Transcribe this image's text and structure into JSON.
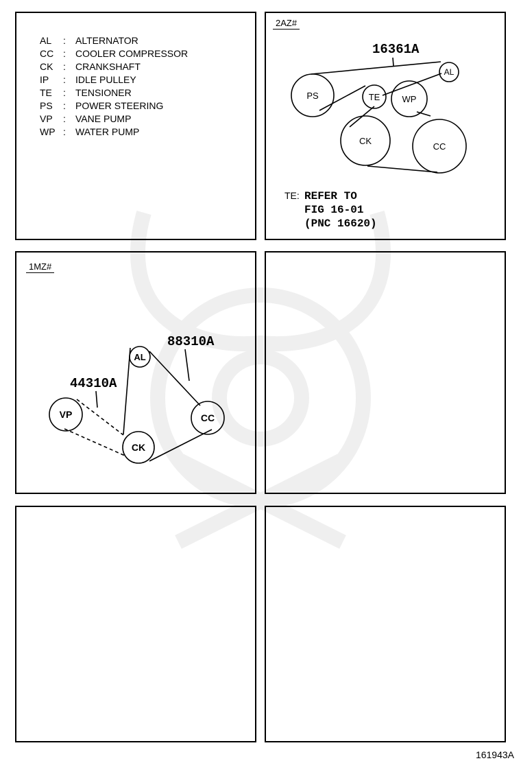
{
  "legend": [
    {
      "code": "AL",
      "name": "ALTERNATOR"
    },
    {
      "code": "CC",
      "name": "COOLER COMPRESSOR"
    },
    {
      "code": "CK",
      "name": "CRANKSHAFT"
    },
    {
      "code": "IP",
      "name": "IDLE PULLEY"
    },
    {
      "code": "TE",
      "name": "TENSIONER"
    },
    {
      "code": "PS",
      "name": "POWER STEERING"
    },
    {
      "code": "VP",
      "name": "VANE PUMP"
    },
    {
      "code": "WP",
      "name": "WATER PUMP"
    }
  ],
  "legend_separator": ":",
  "engine_2az": {
    "tag": "2AZ#",
    "belt_part": "16361A",
    "pulleys": {
      "ps": "PS",
      "te": "TE",
      "wp": "WP",
      "al": "AL",
      "ck": "CK",
      "cc": "CC"
    },
    "note_prefix": "TE:",
    "note_lines": [
      "REFER TO",
      "FIG 16-01",
      "(PNC 16620)"
    ]
  },
  "engine_1mz": {
    "tag": "1MZ#",
    "belt_part_main": "88310A",
    "belt_part_vane": "44310A",
    "pulleys": {
      "al": "AL",
      "vp": "VP",
      "ck": "CK",
      "cc": "CC"
    }
  },
  "figure_number": "161943A"
}
